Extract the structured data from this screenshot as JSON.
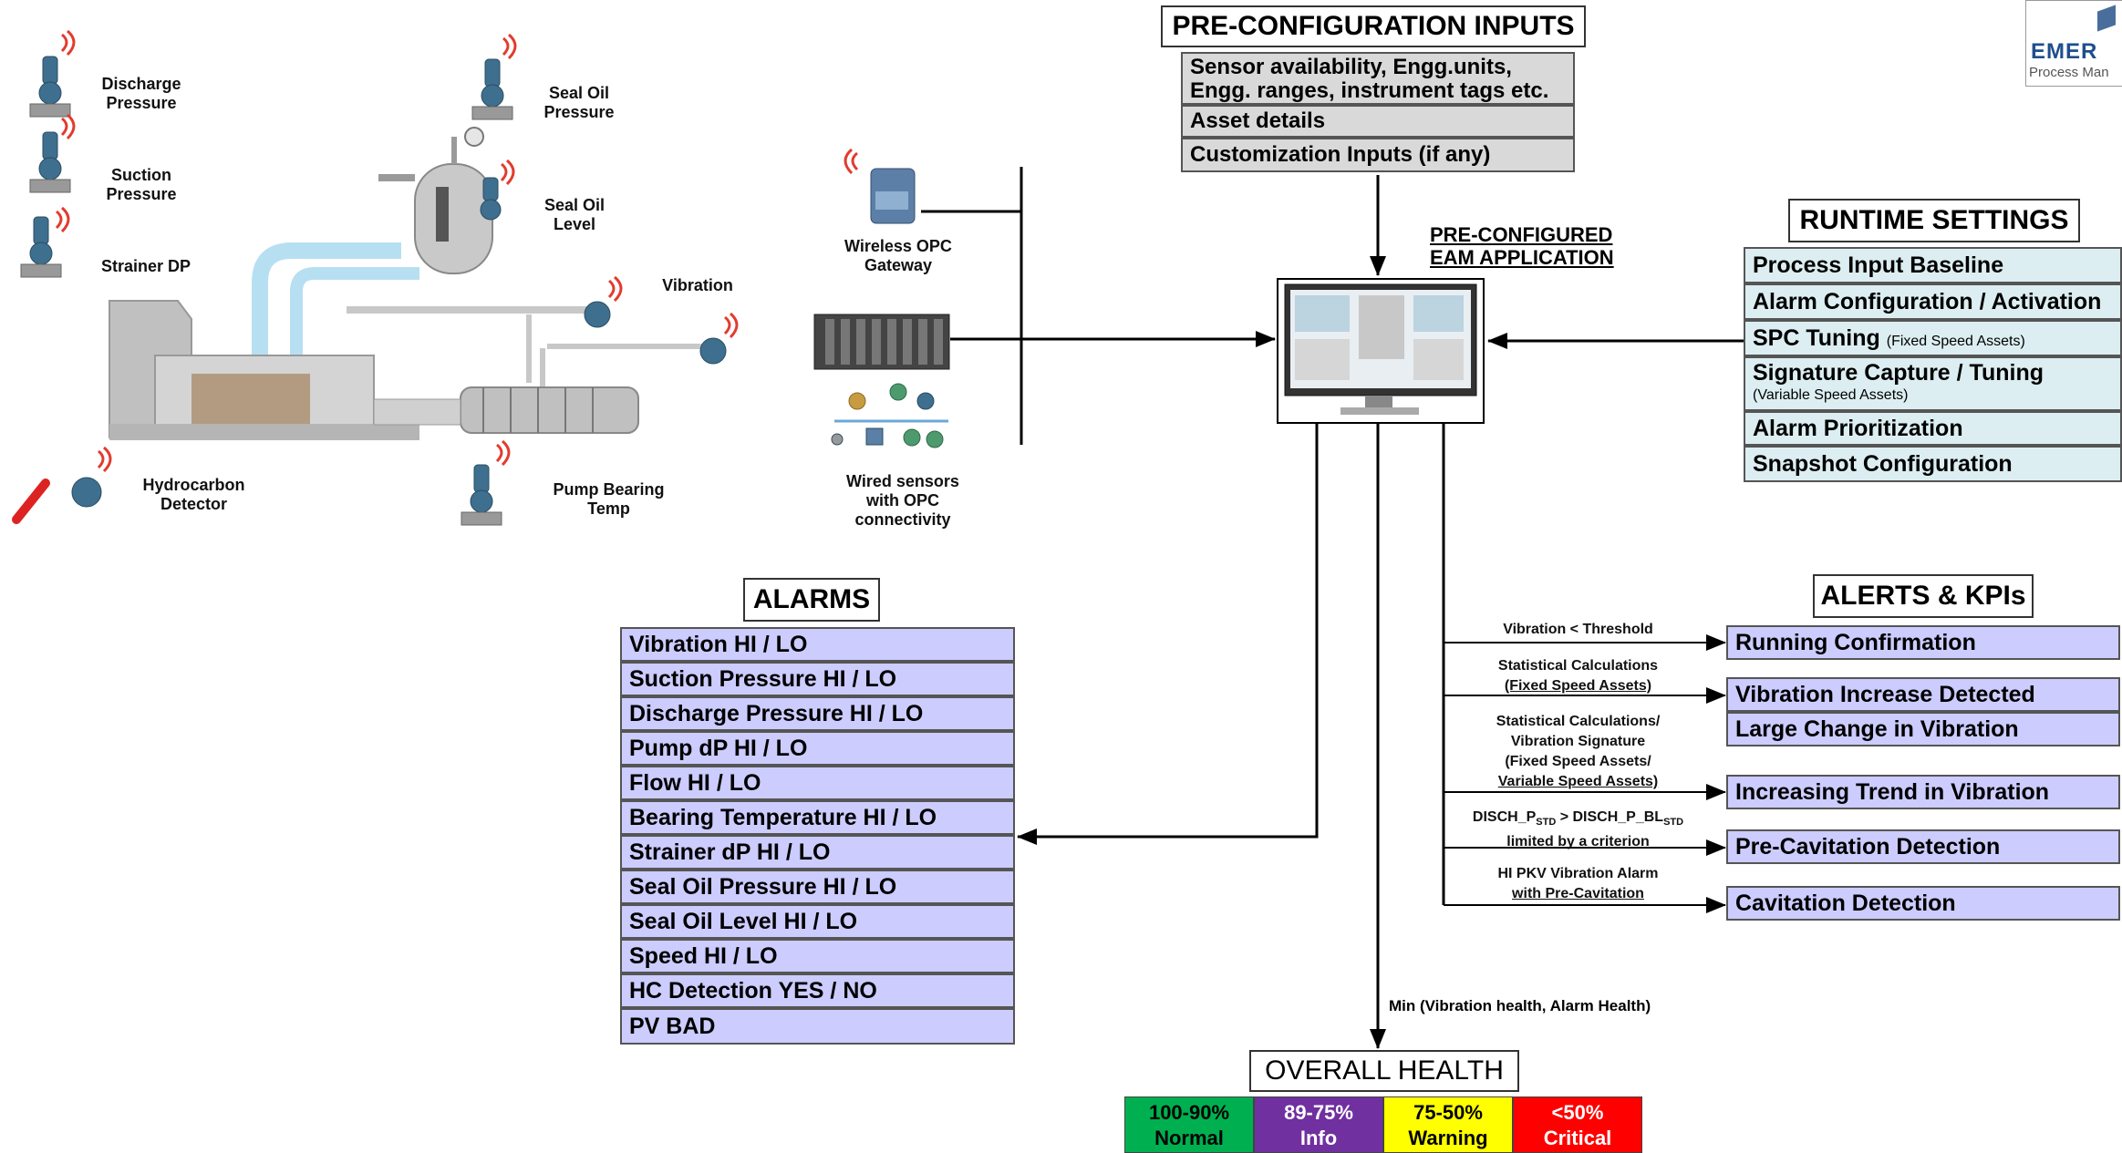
{
  "pre_config": {
    "title": "PRE-CONFIGURATION INPUTS",
    "items": [
      "Sensor availability, Engg.units, Engg. ranges, instrument tags etc.",
      "Asset details",
      "Customization Inputs (if any)"
    ]
  },
  "app": {
    "label_line1": "PRE-CONFIGURED",
    "label_line2": "EAM APPLICATION"
  },
  "runtime": {
    "title": "RUNTIME SETTINGS",
    "items": [
      {
        "text": "Process Input Baseline",
        "note": ""
      },
      {
        "text": "Alarm Configuration / Activation",
        "note": ""
      },
      {
        "text": "SPC Tuning",
        "note": "(Fixed Speed Assets)"
      },
      {
        "text": "Signature Capture / Tuning",
        "note": "(Variable Speed Assets)"
      },
      {
        "text": "Alarm Prioritization",
        "note": ""
      },
      {
        "text": "Snapshot Configuration",
        "note": ""
      }
    ]
  },
  "alarms": {
    "title": "ALARMS",
    "items": [
      "Vibration HI / LO",
      "Suction Pressure HI / LO",
      "Discharge Pressure HI / LO",
      "Pump dP HI / LO",
      "Flow HI / LO",
      "Bearing Temperature HI / LO",
      "Strainer dP HI / LO",
      "Seal Oil Pressure HI / LO",
      "Seal Oil Level HI / LO",
      "Speed HI / LO",
      "HC Detection YES / NO",
      "PV BAD"
    ]
  },
  "alerts": {
    "title": "ALERTS & KPIs",
    "items": [
      "Running Confirmation",
      "Vibration Increase Detected",
      "Large Change in Vibration",
      "Increasing Trend in Vibration",
      "Pre-Cavitation Detection",
      "Cavitation Detection"
    ],
    "conditions": {
      "c1": "Vibration < Threshold",
      "c2a": "Statistical Calculations",
      "c2b": "(Fixed Speed Assets)",
      "c3a": "Statistical Calculations/",
      "c3b": "Vibration Signature",
      "c3c": "(Fixed Speed Assets/",
      "c3d": "Variable Speed Assets)",
      "c4a_1": "DISCH_P",
      "c4a_sub1": "STD",
      "c4a_2": " > DISCH_P_BL",
      "c4a_sub2": "STD",
      "c4b": "limited by a criterion",
      "c5a": "HI PKV Vibration Alarm",
      "c5b": "with Pre-Cavitation"
    }
  },
  "health": {
    "title": "OVERALL HEALTH",
    "formula": "Min (Vibration health, Alarm Health)",
    "levels": [
      {
        "range": "100-90%",
        "name": "Normal",
        "color": "#00b050",
        "text_color": "#000000"
      },
      {
        "range": "89-75%",
        "name": "Info",
        "color": "#7030a0",
        "text_color": "#ffffff"
      },
      {
        "range": "75-50%",
        "name": "Warning",
        "color": "#ffff00",
        "text_color": "#000000"
      },
      {
        "range": "<50%",
        "name": "Critical",
        "color": "#ff0000",
        "text_color": "#ffffff"
      }
    ]
  },
  "sensors": {
    "discharge_pressure": "Discharge Pressure",
    "suction_pressure": "Suction Pressure",
    "strainer_dp": "Strainer DP",
    "seal_oil_pressure": "Seal Oil Pressure",
    "seal_oil_level": "Seal Oil Level",
    "vibration": "Vibration",
    "hydrocarbon_detector": "Hydrocarbon Detector",
    "pump_bearing_temp": "Pump Bearing Temp"
  },
  "connectivity": {
    "wireless_gateway": "Wireless OPC Gateway",
    "wired_sensors": "Wired sensors with OPC connectivity"
  },
  "logo": {
    "name": "EMER",
    "sub": "Process Man"
  }
}
